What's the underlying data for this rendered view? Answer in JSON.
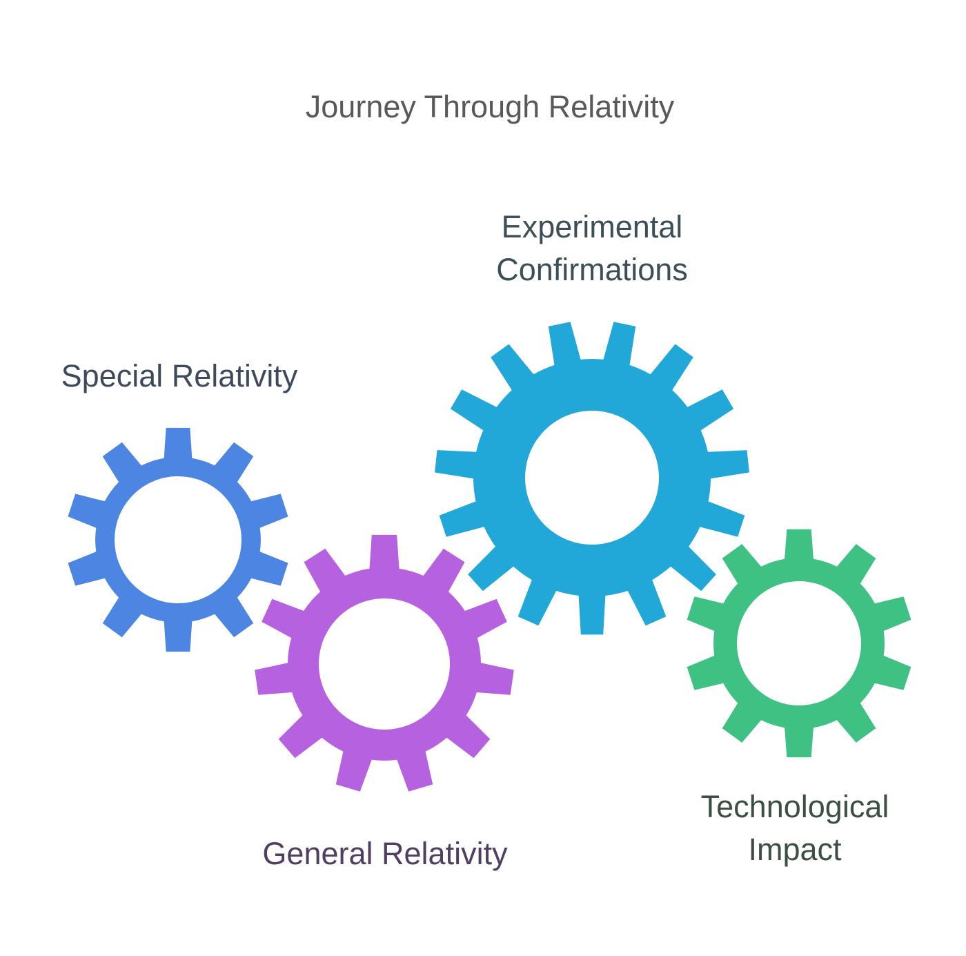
{
  "title": {
    "text": "Journey Through Relativity",
    "color": "#58595b"
  },
  "gears": [
    {
      "name": "special-relativity",
      "label_lines": [
        "Special Relativity"
      ],
      "gear_color": "#4c86e2",
      "label_color": "#3e4a5b"
    },
    {
      "name": "experimental-confirmations",
      "label_lines": [
        "Experimental",
        "Confirmations"
      ],
      "gear_color": "#21a8d8",
      "label_color": "#3c4e56"
    },
    {
      "name": "general-relativity",
      "label_lines": [
        "General Relativity"
      ],
      "gear_color": "#b561e0",
      "label_color": "#503e63"
    },
    {
      "name": "technological-impact",
      "label_lines": [
        "Technological",
        "Impact"
      ],
      "gear_color": "#3ec183",
      "label_color": "#3c4f43"
    }
  ]
}
